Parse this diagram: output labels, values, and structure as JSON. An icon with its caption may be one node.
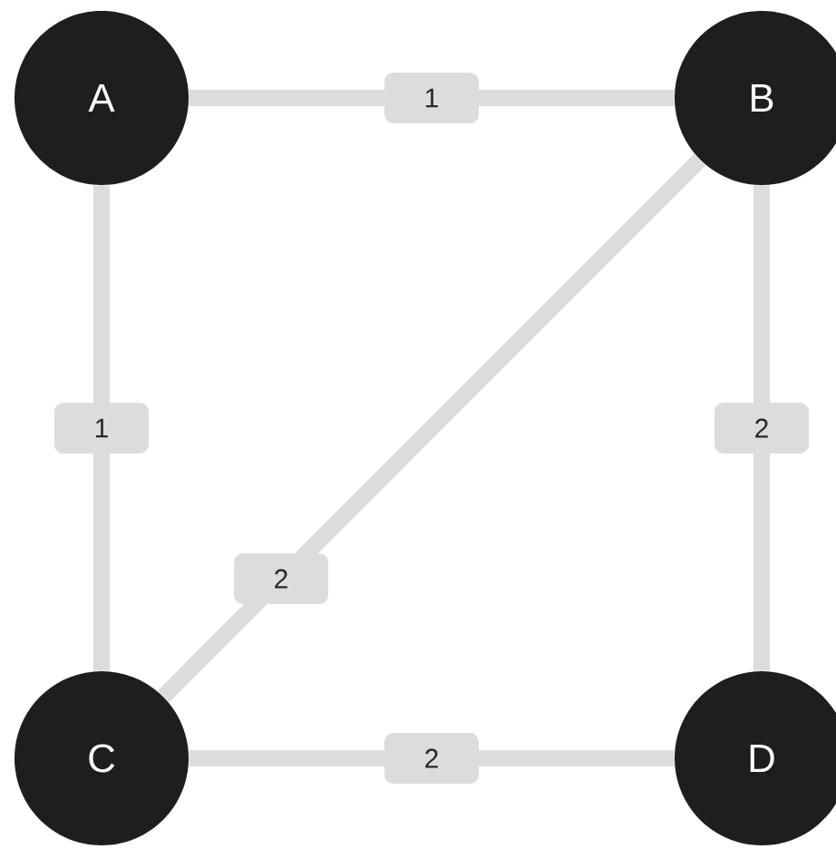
{
  "diagram": {
    "nodes": [
      {
        "text": [
          "A"
        ]
      },
      {
        "text": [
          "B"
        ]
      },
      {
        "text": [
          "C"
        ]
      },
      {
        "text": [
          "D"
        ]
      }
    ],
    "edges": [
      {
        "from": 0,
        "to": 1,
        "arrow": "none",
        "label": "1"
      },
      {
        "from": 0,
        "to": 2,
        "arrow": "none",
        "label": "1"
      },
      {
        "from": 1,
        "to": 2,
        "arrow": "none",
        "label": "2"
      },
      {
        "from": 1,
        "to": 3,
        "arrow": "none",
        "label": "2"
      },
      {
        "from": 2,
        "to": 3,
        "arrow": "none",
        "label": "2"
      }
    ]
  }
}
